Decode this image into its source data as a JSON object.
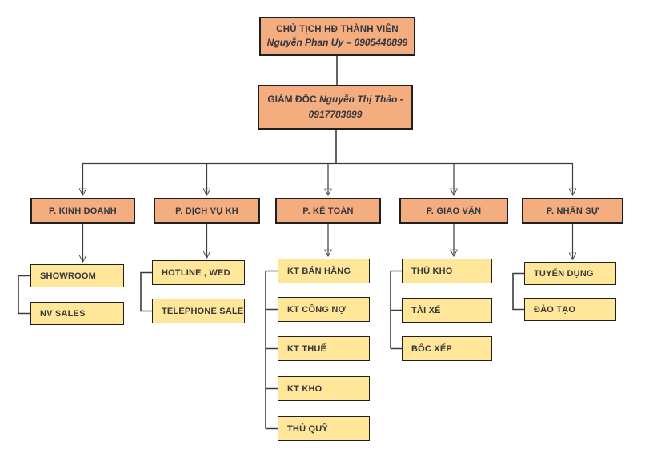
{
  "colors": {
    "level_box": "#F4AD7F",
    "leaf_box": "#FFE699",
    "border": "#1F1F1F",
    "text": "#35353C",
    "line": "#3B3B3B",
    "bg": "#FFFFFF"
  },
  "chart": {
    "type": "org-chart",
    "chairman": {
      "title": "CHỦ TỊCH HĐ THÀNH VIÊN",
      "subtitle": "Nguyễn Phan Uy – 0905446899"
    },
    "director": {
      "title": "GIÁM ĐỐC",
      "subtitle": "Nguyễn Thị Thảo - 0917783899"
    },
    "departments": [
      {
        "label": "P. KINH DOANH",
        "children": [
          "SHOWROOM",
          "NV SALES"
        ]
      },
      {
        "label": "P. DỊCH VỤ KH",
        "children": [
          "HOTLINE , WED",
          "TELEPHONE SALE"
        ]
      },
      {
        "label": "P. KẾ TOÁN",
        "children": [
          "KT BÁN HÀNG",
          "KT CÔNG NỢ",
          "KT THUẾ",
          "KT KHO",
          "THỦ QUỸ"
        ]
      },
      {
        "label": "P. GIAO VẬN",
        "children": [
          "THỦ KHO",
          "TÀI XẾ",
          "BỐC XẾP"
        ]
      },
      {
        "label": "P. NHÂN SỰ",
        "children": [
          "TUYỂN DỤNG",
          "ĐÀO TẠO"
        ]
      }
    ]
  }
}
